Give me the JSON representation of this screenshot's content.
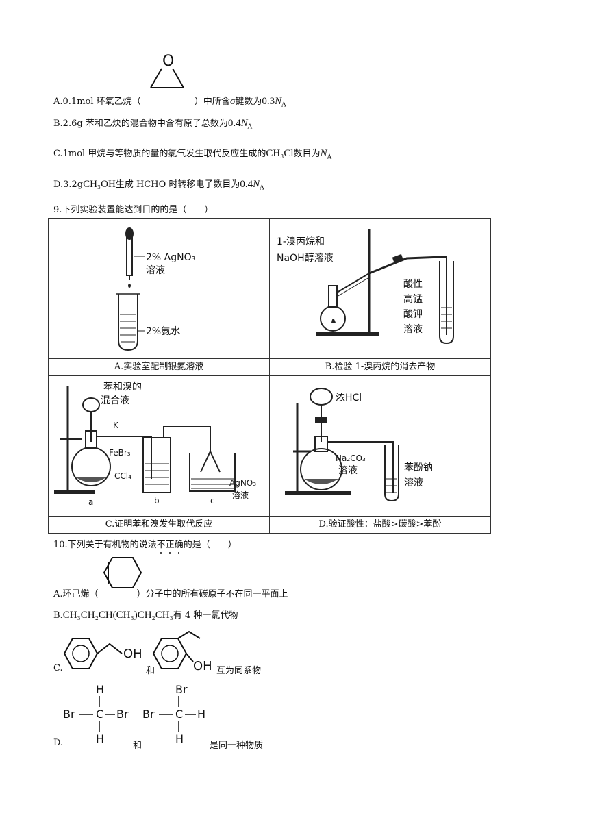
{
  "q8": {
    "a_pre": "A.0.1mol 环氧乙烷（",
    "a_post": "）中所含",
    "a_sigma": "σ",
    "a_post2": "键数为",
    "a_val": "0.3",
    "b_pre": "B.2.6g 苯和乙炔的混合物中含有原子总数为",
    "b_val": "0.4",
    "c_pre": "C.1mol 甲烷与等物质的量的氯气发生取代反应生成的",
    "c_formula": "CH₃Cl",
    "c_post": "数目为",
    "d_pre": "D.3.2g",
    "d_formula": "CH₃OH",
    "d_post": "生成 HCHO 时转移电子数目为",
    "d_val": "0.4",
    "na": "N",
    "na_sub": "A",
    "epoxide_o": "O"
  },
  "q9": {
    "stem": "9.下列实验装置能达到目的的是（　　）",
    "captions": {
      "a": "A.实验室配制银氨溶液",
      "b": "B.检验 1-溴丙烷的消去产物",
      "c": "C.证明苯和溴发生取代反应",
      "d": "D.验证酸性：盐酸>碳酸>苯酚"
    },
    "fig_a": {
      "l1": "2% AgNO₃",
      "l2": "溶液",
      "l3": "2%氨水"
    },
    "fig_b": {
      "l1": "1-溴丙烷和",
      "l2": "NaOH醇溶液",
      "r1": "酸性",
      "r2": "高锰",
      "r3": "酸钾",
      "r4": "溶液"
    },
    "fig_c": {
      "l1": "苯和溴的",
      "l2": "混合液",
      "k": "K",
      "febr": "FeBr₃",
      "ccl": "CCl₄",
      "ag1": "AgNO₃",
      "ag2": "溶液",
      "a": "a",
      "b": "b",
      "c": "c"
    },
    "fig_d": {
      "l1": "浓HCl",
      "l2": "Na₂CO₃",
      "l3": "溶液",
      "r1": "苯酚钠",
      "r2": "溶液"
    }
  },
  "q10": {
    "stem_pre": "10.下列关于有机物的说法",
    "stem_emph": "不正确",
    "stem_post": "的是（　　）",
    "a_pre": "A.环己烯（",
    "a_post": "）分子中的所有碳原子不在同一平面上",
    "b_pre": "B.",
    "b_formula": "CH₃CH₂CH(CH₃)CH₂CH₃",
    "b_post": "有 4 种一氯代物",
    "c_pre": "C.",
    "c_mid": "和",
    "c_post": "互为同系物",
    "c_oh": "OH",
    "d_pre": "D.",
    "d_mid": "和",
    "d_post": "是同一种物质",
    "d_h": "H",
    "d_br": "Br",
    "d_c": "C"
  }
}
